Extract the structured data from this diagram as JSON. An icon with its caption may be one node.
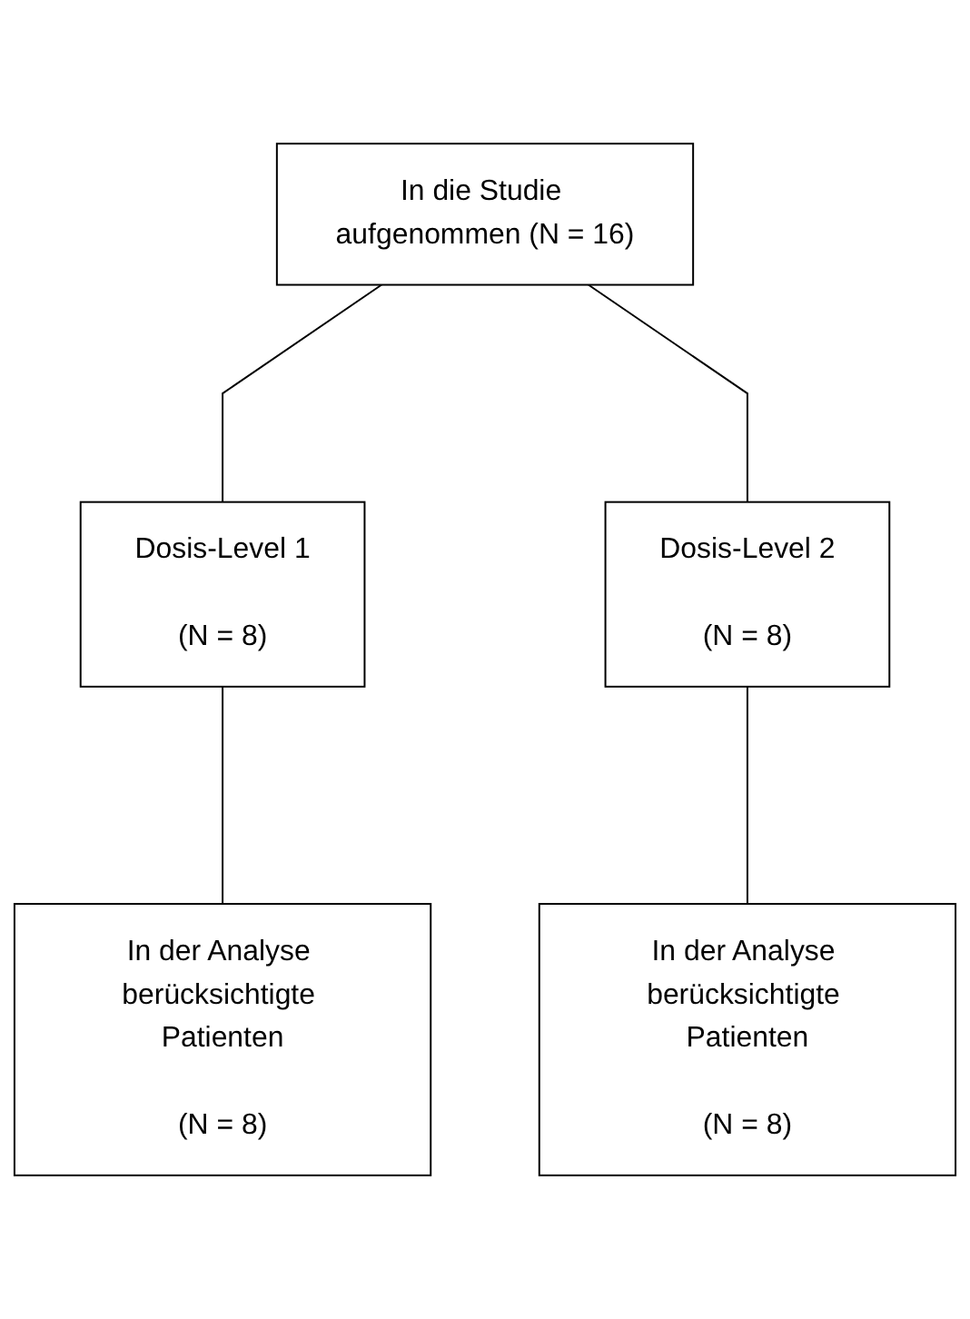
{
  "diagram": {
    "nodes": [
      {
        "text": [
          "In die Studie aufgenommen (N = 16)"
        ]
      },
      {
        "text": [
          "Dosis-Level 1",
          "(N = 8)"
        ]
      },
      {
        "text": [
          "Dosis-Level 2",
          "(N = 8)"
        ]
      },
      {
        "text": [
          "In der Analyse berücksichtigte Patienten",
          "(N = 8)"
        ]
      },
      {
        "text": [
          "In der Analyse berücksichtigte Patienten",
          "(N = 8)"
        ]
      }
    ],
    "edges": [
      {
        "from": 0,
        "to": 1,
        "arrow": "none"
      },
      {
        "from": 0,
        "to": 2,
        "arrow": "none"
      },
      {
        "from": 1,
        "to": 3,
        "arrow": "none"
      },
      {
        "from": 2,
        "to": 4,
        "arrow": "none"
      }
    ]
  }
}
